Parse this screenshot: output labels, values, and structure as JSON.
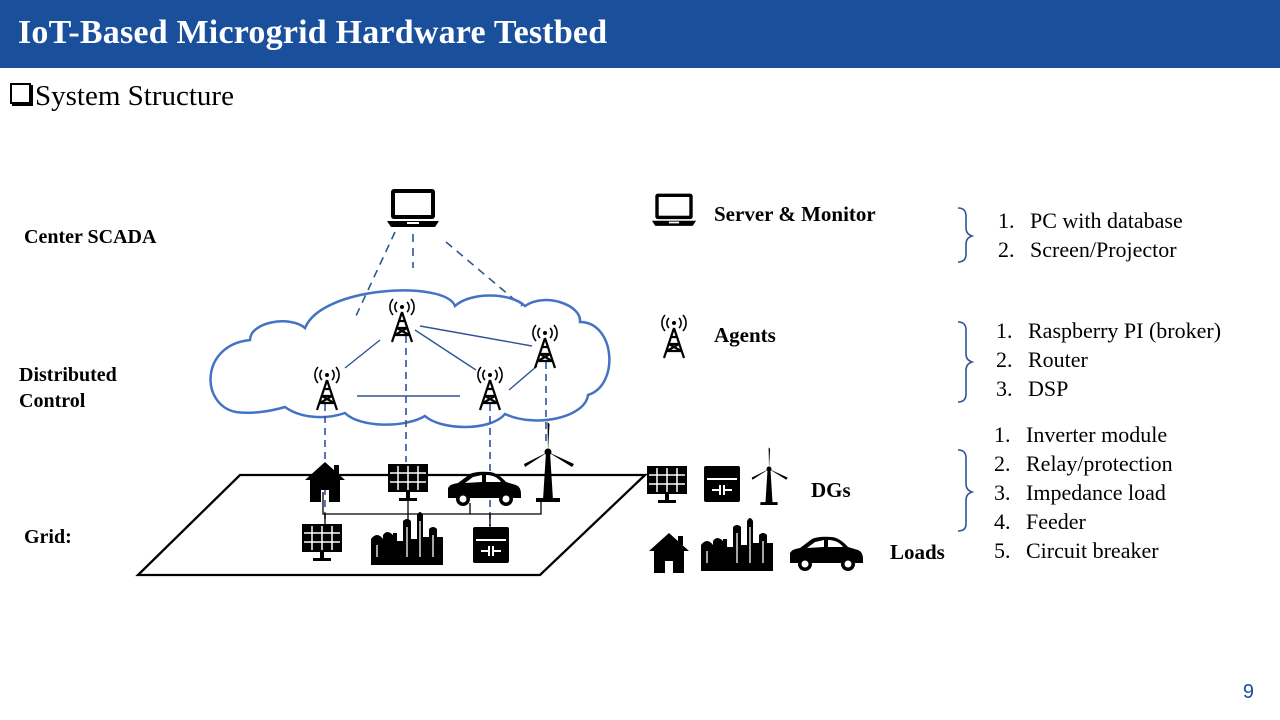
{
  "header": {
    "title": "IoT-Based Microgrid Hardware Testbed"
  },
  "section": {
    "title": "System Structure"
  },
  "layers": {
    "center": "Center SCADA",
    "distributed_line1": "Distributed",
    "distributed_line2": "Control",
    "grid": "Grid:"
  },
  "legend": {
    "server": {
      "label": "Server & Monitor",
      "items": [
        {
          "num": "1.",
          "text": "PC with database"
        },
        {
          "num": "2.",
          "text": "Screen/Projector"
        }
      ]
    },
    "agents": {
      "label": "Agents",
      "items": [
        {
          "num": "1.",
          "text": "Raspberry PI (broker)"
        },
        {
          "num": "2.",
          "text": "Router"
        },
        {
          "num": "3.",
          "text": "DSP"
        }
      ]
    },
    "grid_items": [
      {
        "num": "1.",
        "text": "Inverter module"
      },
      {
        "num": "2.",
        "text": "Relay/protection"
      },
      {
        "num": "3.",
        "text": "Impedance load"
      },
      {
        "num": "4.",
        "text": "Feeder"
      },
      {
        "num": "5.",
        "text": "Circuit breaker"
      }
    ],
    "dgs": "DGs",
    "loads": "Loads"
  },
  "footer": {
    "page": "9"
  },
  "colors": {
    "title_bar": "#1a4f9c",
    "cloud": "#4472c4",
    "link": "#2f5597"
  }
}
